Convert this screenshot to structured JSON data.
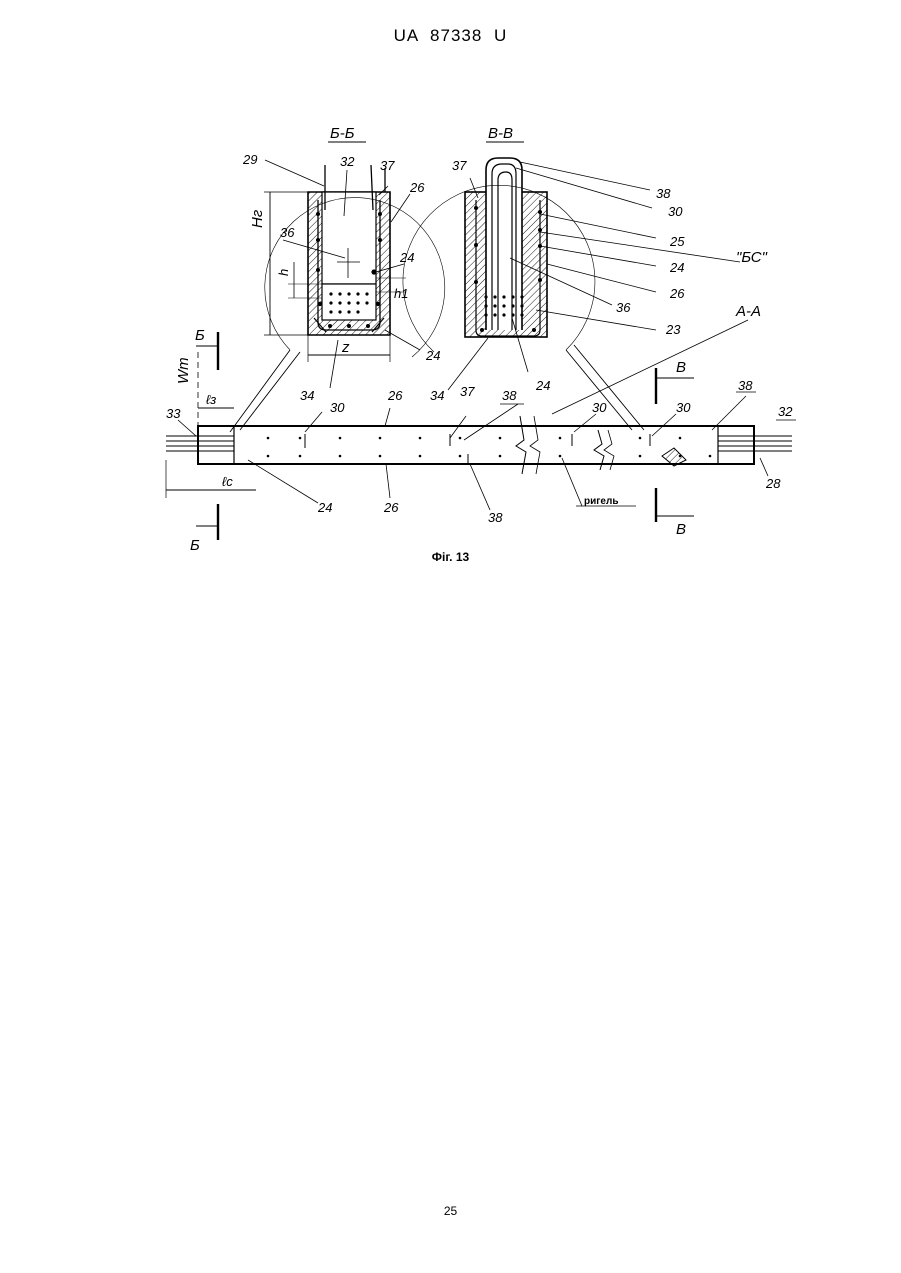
{
  "header": {
    "patent_number": "UA   87338   U"
  },
  "figure": {
    "caption": "Фіг. 13",
    "section_labels": {
      "bb": "Б-Б",
      "vv": "В-В",
      "aa": "А-А",
      "bs": "\"БС\""
    },
    "section_markers": {
      "b_top": "Б",
      "b_bottom": "Б",
      "v_top": "В",
      "v_bottom": "В"
    },
    "dimension_labels": {
      "hg": "Hг",
      "h": "h",
      "h1": "h1",
      "z": "z",
      "wm": "Wm",
      "lz": "ℓз",
      "lc": "ℓc"
    },
    "refs_bb": {
      "r29": "29",
      "r32": "32",
      "r37": "37",
      "r26": "26",
      "r36": "36",
      "r24a": "24",
      "r24b": "24",
      "r34": "34"
    },
    "refs_vv": {
      "r37": "37",
      "r38": "38",
      "r30": "30",
      "r25": "25",
      "r24": "24",
      "r26": "26",
      "r36": "36",
      "r23": "23",
      "r34": "34",
      "r24b": "24"
    },
    "refs_beam": {
      "r33": "33",
      "r26a": "26",
      "r30a": "30",
      "r37": "37",
      "r38a": "38",
      "r30b": "30",
      "r30c": "30",
      "r38b": "38",
      "r32": "32",
      "r28": "28",
      "r24": "24",
      "r26b": "26",
      "r38c": "38"
    },
    "beam_label": "ригель"
  },
  "page": {
    "number": "25"
  }
}
